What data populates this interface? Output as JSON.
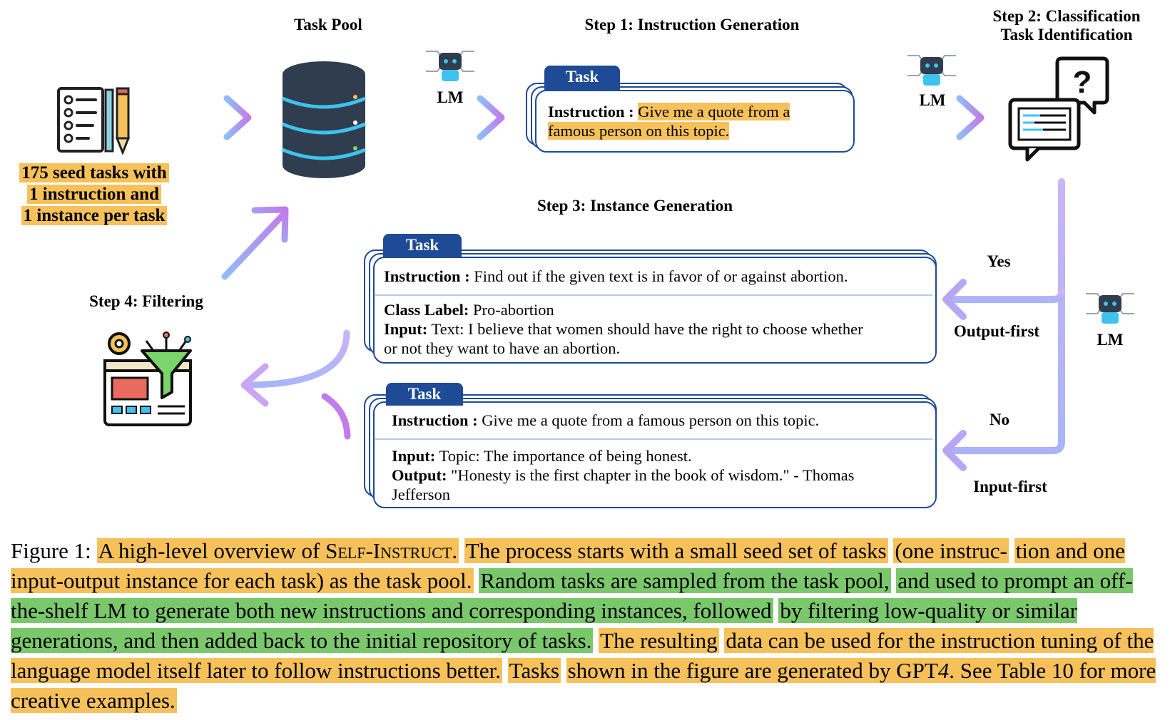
{
  "titles": {
    "task_pool": "Task Pool",
    "step1": "Step 1: Instruction Generation",
    "step2_line1": "Step 2: Classification",
    "step2_line2": "Task Identification",
    "step3": "Step 3: Instance Generation",
    "step4": "Step 4: Filtering"
  },
  "seed": {
    "line1": "175 seed tasks with",
    "line2": "1 instruction and",
    "line3": "1 instance per task"
  },
  "lm_label": "LM",
  "branch": {
    "yes": "Yes",
    "output_first": "Output-first",
    "no": "No",
    "input_first": "Input-first"
  },
  "task_tab": "Task",
  "card_step1": {
    "instruction_label": "Instruction :",
    "instruction_line1": "Give me a quote from a",
    "instruction_line2": "famous person on this topic."
  },
  "card_output_first": {
    "instruction_label": "Instruction :",
    "instruction_text": "Find out if the given text is in favor of or against abortion.",
    "class_label_label": "Class Label:",
    "class_label_text": "Pro-abortion",
    "input_label": "Input:",
    "input_line1": "Text: I believe that women should have the right to choose whether",
    "input_line2": "or not they want to have an abortion."
  },
  "card_input_first": {
    "instruction_label": "Instruction :",
    "instruction_text": "Give me a quote from a famous person on this topic.",
    "input_label": "Input:",
    "input_text": "Topic: The importance of being honest.",
    "output_label": "Output:",
    "output_line1": "\"Honesty is the first chapter in the book of wisdom.\" - Thomas",
    "output_line2": "Jefferson"
  },
  "caption": {
    "prefix": "Figure 1: ",
    "seg1a": "A high-level overview of ",
    "seg1_sc": "Self-Instruct",
    "seg1b": ".",
    "seg2": "The process starts with a small seed set of tasks",
    "seg3": "(one instruc-",
    "seg4": "tion and one input-output instance for each task) as the task pool.",
    "seg5": "Random tasks are sampled from the task pool,",
    "seg6": "and used to prompt an off-the-shelf LM to generate both new instructions and corresponding instances, followed",
    "seg7": "by filtering low-quality or similar generations, and then added back to the initial repository of tasks.",
    "seg8": "The resulting",
    "seg9": "data can be used for the instruction tuning of the language model itself later to follow instructions better.",
    "seg10": "Tasks",
    "seg11a": "shown in the figure are generated by GPT",
    "seg11_italic": "4",
    "seg11b": ". See Table 10 for more creative examples."
  },
  "colors": {
    "card_border": "#1e4a96",
    "highlight_yellow": "#f6c15a",
    "highlight_green": "#7bc86c",
    "arrow_start": "#7fb6f7",
    "arrow_end": "#c77ae8",
    "connector": "#b8a6f5"
  },
  "icons": [
    "checklist-icon",
    "database-icon",
    "robot-icon",
    "classification-icon",
    "filter-icon",
    "arrow-icon"
  ]
}
